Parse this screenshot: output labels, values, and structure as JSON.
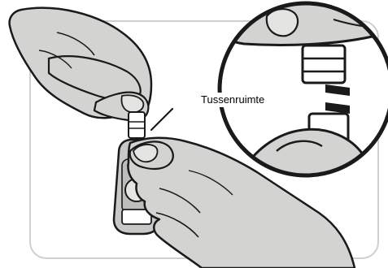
{
  "callout": {
    "label": "Tussenruimte"
  },
  "colors": {
    "skin": "#d3d3d1",
    "skin_shadow": "#b9b9b7",
    "outline": "#1a1a1a",
    "frame": "#cfcfcf",
    "background": "#ffffff",
    "device_body": "#c8c8c6"
  },
  "illustration": {
    "subject": "hand-pulling-cap-from-device",
    "detail_zoom": "magnified-gap-circle"
  }
}
